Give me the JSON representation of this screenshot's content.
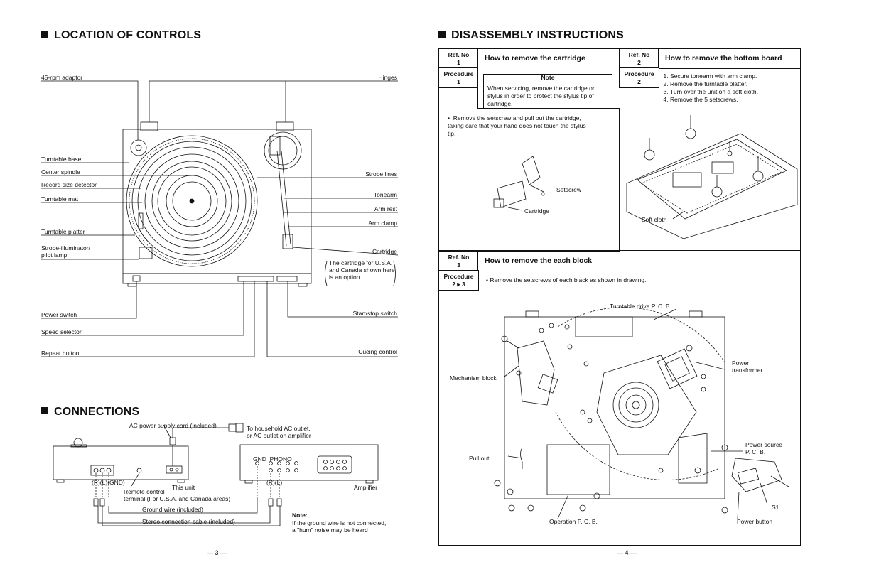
{
  "left": {
    "heading_controls": "LOCATION OF CONTROLS",
    "labels_left": {
      "adaptor": "45-rpm adaptor",
      "base": "Turntable base",
      "spindle": "Center spindle",
      "detector": "Record size detector",
      "mat": "Turntable mat",
      "platter": "Turntable platter",
      "strobe_lamp": "Strobe-illuminator/\npilot lamp",
      "power_switch": "Power switch",
      "speed": "Speed selector",
      "repeat": "Repeat button"
    },
    "labels_right": {
      "hinges": "Hinges",
      "strobe_lines": "Strobe lines",
      "tonearm": "Tonearm",
      "arm_rest": "Arm rest",
      "arm_clamp": "Arm clamp",
      "cartridge": "Cartridge",
      "start_stop": "Start/stop switch",
      "cueing": "Cueing control"
    },
    "cartridge_note": "The cartridge for U.S.A.\nand Canada shown here\nis an option.",
    "heading_connections": "CONNECTIONS",
    "conn": {
      "ac_cord": "AC power supply cord (included)",
      "outlet": "To household AC outlet,\nor AC outlet on amplifier",
      "jacks_unit": "(R)(L)(GND)",
      "this_unit": "This unit",
      "remote": "Remote control\nterminal (For U.S.A. and Canada areas)",
      "ground_wire": "Ground wire (included)",
      "stereo_cable": "Stereo connection cable (included)",
      "amp_jacks": "GND  PHONO",
      "amp_rl": "(R)(L)",
      "amplifier": "Amplifier",
      "note_title": "Note:",
      "note_text": "If the ground wire is not connected,\na \"hum\" noise may be heard"
    },
    "page": "— 3 —"
  },
  "right": {
    "heading": "DISASSEMBLY INSTRUCTIONS",
    "ref_no": "Ref. No",
    "procedure": "Procedure",
    "r1": {
      "num": "1",
      "title": "How to remove the cartridge",
      "proc": "1",
      "note_title": "Note",
      "note_text": "When servicing, remove the cartridge or\nstylus in order to protect the stylus tip of\ncartridge.",
      "bullet": "Remove the setscrew and pull out the cartridge,\ntaking care that your hand does not touch the stylus\ntip.",
      "setscrew": "Setscrew",
      "cartridge": "Cartridge"
    },
    "r2": {
      "num": "2",
      "title": "How to remove the bottom board",
      "proc": "2",
      "step1": "Secure tonearm with arm clamp.",
      "step2": "Remove the turntable platter.",
      "step3": "Turn over the unit on a soft cloth.",
      "step4": "Remove the 5 setscrews.",
      "soft_cloth": "Soft cloth"
    },
    "r3": {
      "num": "3",
      "title": "How to remove the each block",
      "proc": "2 ▸ 3",
      "bullet": "Remove the setscrews of each black as shown in drawing.",
      "drive_pcb": "Turntable drive P. C. B.",
      "mechanism": "Mechanism block",
      "transformer": "Power\ntransformer",
      "power_source": "Power source\nP. C. B.",
      "pull_out": "Pull out",
      "operation": "Operation P. C. B.",
      "power_button": "Power button",
      "s1": "S1"
    },
    "page": "— 4 —"
  }
}
